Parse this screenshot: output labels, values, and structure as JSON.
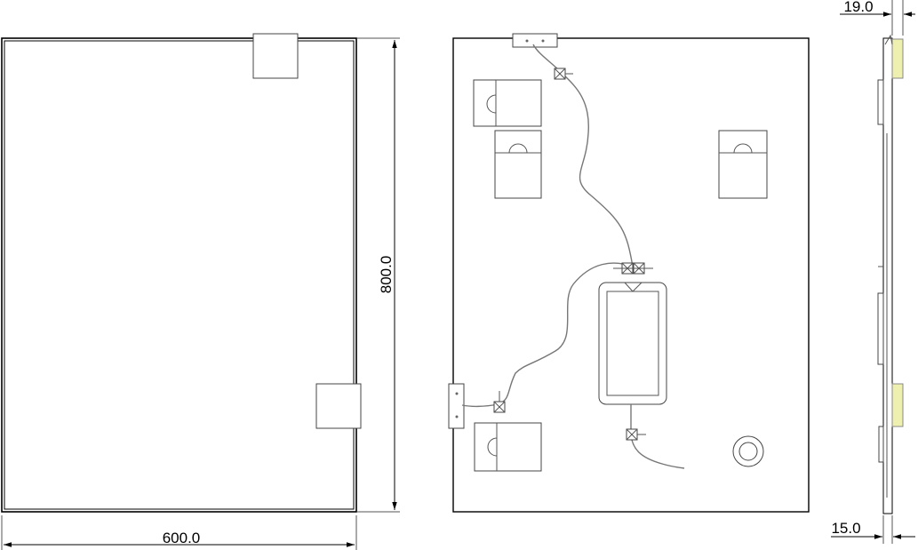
{
  "dimensions": {
    "width": "600.0",
    "height": "800.0",
    "thickness_top": "19.0",
    "thickness_bottom": "15.0"
  },
  "colors": {
    "line": "#000000",
    "part": "#444444",
    "wire": "#777777",
    "pad": "#eef0b0"
  }
}
